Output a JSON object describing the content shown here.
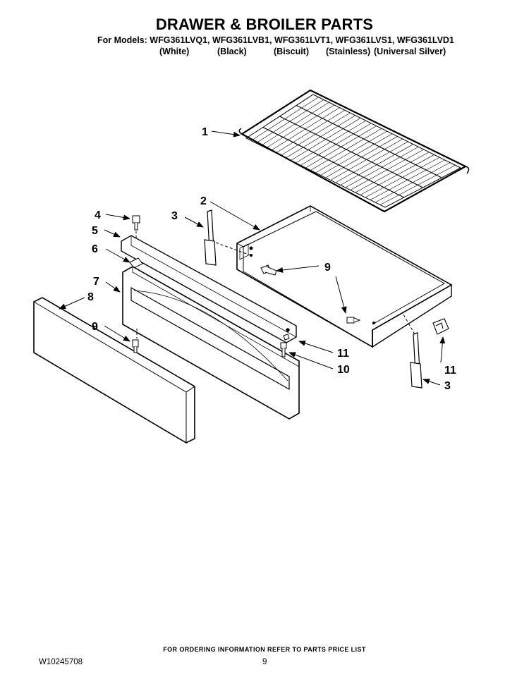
{
  "header": {
    "title": "DRAWER & BROILER PARTS",
    "models_line": "For Models: WFG361LVQ1, WFG361LVB1, WFG361LVT1, WFG361LVS1, WFG361LVD1",
    "colors": [
      "(White)",
      "(Black)",
      "(Biscuit)",
      "(Stainless)",
      "(Universal Silver)"
    ]
  },
  "diagram": {
    "callouts": [
      "1",
      "2",
      "3",
      "4",
      "5",
      "6",
      "7",
      "8",
      "9",
      "9",
      "3",
      "11",
      "11",
      "10"
    ]
  },
  "footer": {
    "note": "FOR ORDERING INFORMATION REFER TO PARTS PRICE LIST",
    "doc_id": "W10245708",
    "page": "9"
  }
}
